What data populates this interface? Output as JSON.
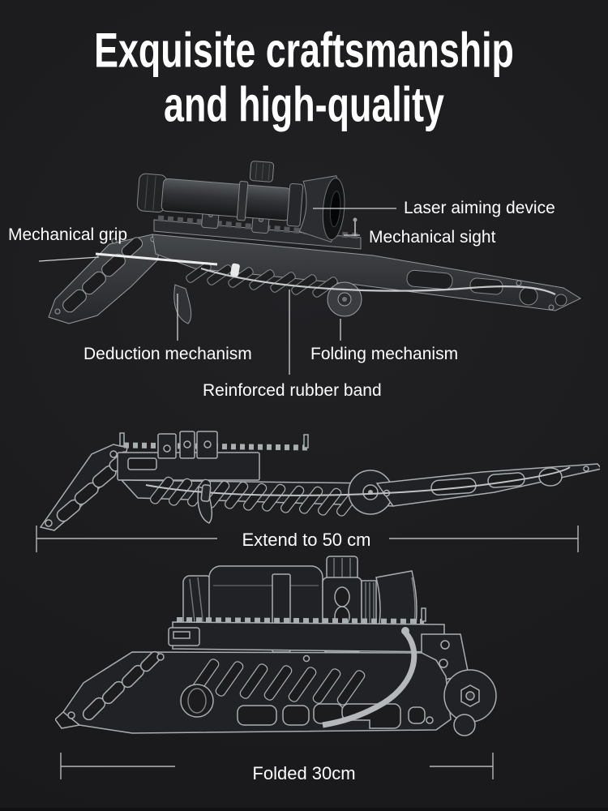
{
  "page": {
    "background": "#1c1c1e",
    "text_color": "#ffffff"
  },
  "title": {
    "line1": "Exquisite craftsmanship",
    "line2": "and high-quality"
  },
  "callouts": {
    "laser": "Laser aiming device",
    "grip": "Mechanical grip",
    "sight": "Mechanical sight",
    "deduction": "Deduction mechanism",
    "folding": "Folding mechanism",
    "rubber_band": "Reinforced rubber band"
  },
  "dimensions": {
    "extended": "Extend to 50 cm",
    "folded": "Folded 30cm"
  },
  "line_color": "#b9bcbe"
}
